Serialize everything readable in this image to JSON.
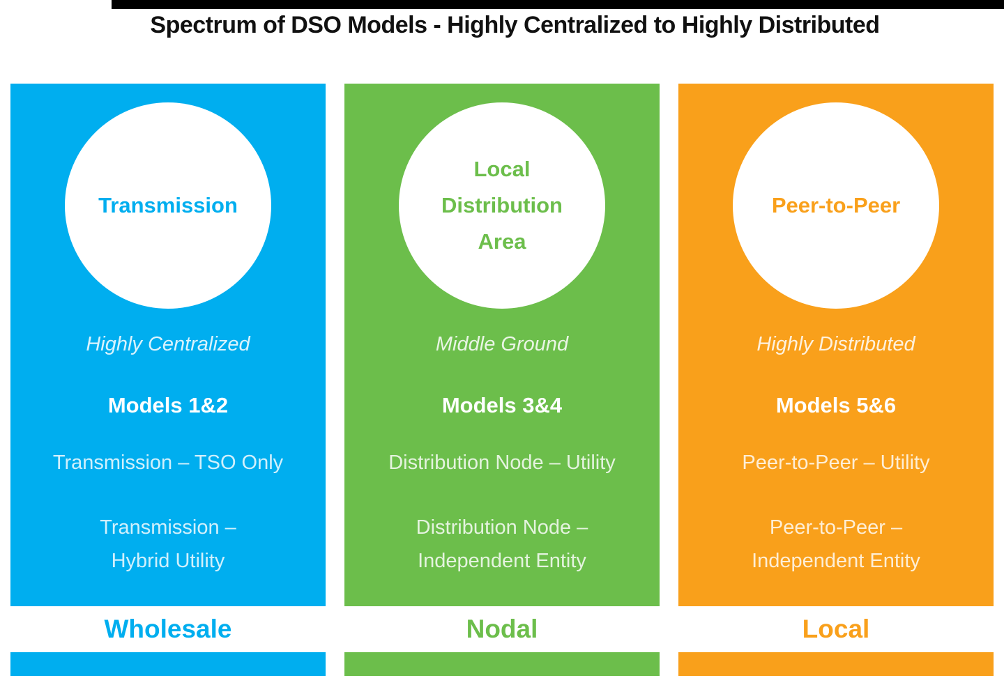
{
  "title": "Spectrum of DSO Models - Highly Centralized to Highly Distributed",
  "columns": [
    {
      "color": "#00AEEF",
      "circle_label": "Transmission",
      "tagline": "Highly Centralized",
      "models_heading": "Models 1&2",
      "item1": "Transmission – TSO Only",
      "item2_line1": "Transmission –",
      "item2_line2": "Hybrid Utility",
      "footer_label": "Wholesale"
    },
    {
      "color": "#6CBE4B",
      "circle_line1": "Local",
      "circle_line2": "Distribution",
      "circle_line3": "Area",
      "tagline": "Middle Ground",
      "models_heading": "Models 3&4",
      "item1": "Distribution Node – Utility",
      "item2_line1": "Distribution Node –",
      "item2_line2": "Independent Entity",
      "footer_label": "Nodal"
    },
    {
      "color": "#F9A01B",
      "circle_label": "Peer-to-Peer",
      "tagline": "Highly Distributed",
      "models_heading": "Models 5&6",
      "item1": "Peer-to-Peer – Utility",
      "item2_line1": "Peer-to-Peer –",
      "item2_line2": "Independent Entity",
      "footer_label": "Local"
    }
  ]
}
